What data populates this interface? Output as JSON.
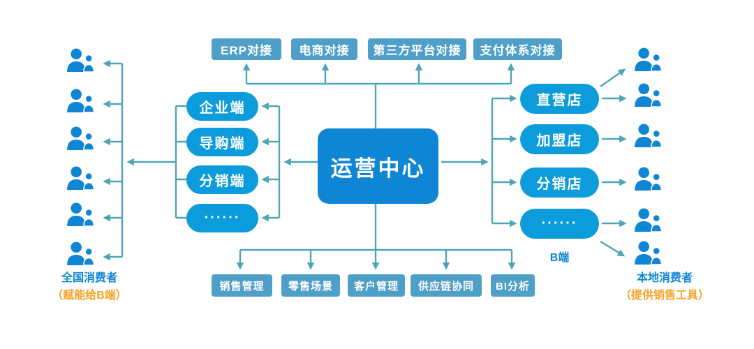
{
  "center_node": {
    "label": "运营中心"
  },
  "top_boxes": [
    {
      "label": "ERP对接"
    },
    {
      "label": "电商对接"
    },
    {
      "label": "第三方平台对接"
    },
    {
      "label": "支付体系对接"
    }
  ],
  "left_pills": [
    {
      "label": "企业端"
    },
    {
      "label": "导购端"
    },
    {
      "label": "分销端"
    },
    {
      "label": "······"
    }
  ],
  "right_pills": [
    {
      "label": "直营店"
    },
    {
      "label": "加盟店"
    },
    {
      "label": "分销店"
    },
    {
      "label": "······"
    }
  ],
  "right_pills_caption": {
    "label": "B端"
  },
  "bottom_boxes": [
    {
      "label": "销售管理"
    },
    {
      "label": "零售场景"
    },
    {
      "label": "客户管理"
    },
    {
      "label": "供应链协同"
    },
    {
      "label": "BI分析"
    }
  ],
  "left_consumer_group": {
    "label": "全国消费者",
    "note": "（赋能给B端）",
    "icon": "users-icon",
    "icon_count": 6
  },
  "right_consumer_group": {
    "label": "本地消费者",
    "note": "（提供销售工具）",
    "icon": "users-icon",
    "icon_count": 6
  },
  "colors": {
    "center_blue": "#0F86D4",
    "pill_blue": "#0C9BDB",
    "box_steel_blue": "#4F9FC8",
    "connector_teal": "#4FA5B5",
    "accent_orange": "#F7A429",
    "icon_blue": "#0F86D4",
    "text_white": "#FFFFFF"
  }
}
